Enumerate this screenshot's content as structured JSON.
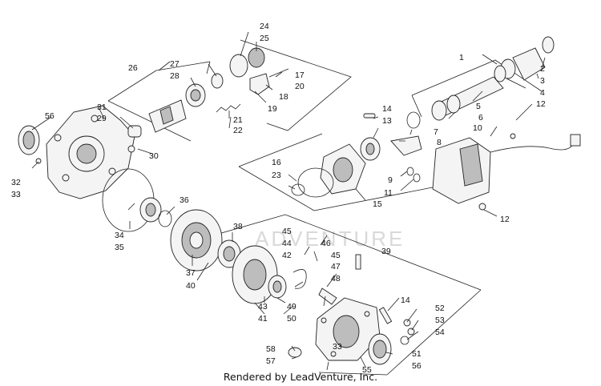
{
  "credit": "Rendered by LeadVenture, Inc.",
  "watermark": "ADVENTURE",
  "callouts": [
    "1",
    "2",
    "3",
    "4",
    "5",
    "6",
    "7",
    "8",
    "9",
    "10",
    "11",
    "12",
    "12",
    "13",
    "14",
    "14",
    "15",
    "16",
    "17",
    "18",
    "19",
    "20",
    "21",
    "22",
    "23",
    "24",
    "25",
    "26",
    "27",
    "28",
    "29",
    "30",
    "31",
    "32",
    "33",
    "33",
    "34",
    "35",
    "36",
    "37",
    "38",
    "39",
    "40",
    "41",
    "42",
    "43",
    "44",
    "45",
    "45",
    "46",
    "47",
    "48",
    "49",
    "50",
    "51",
    "52",
    "53",
    "54",
    "55",
    "56",
    "56",
    "57",
    "58"
  ]
}
